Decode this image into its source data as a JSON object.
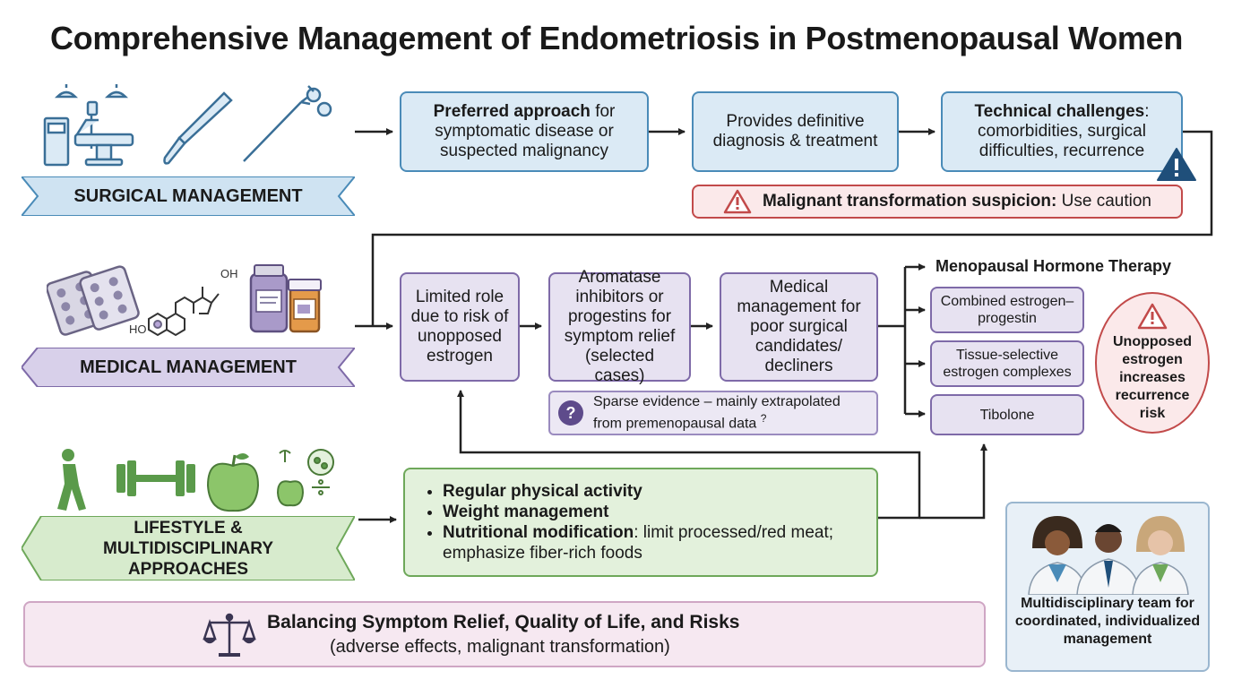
{
  "title": "Comprehensive Management of Endometriosis in Postmenopausal Women",
  "surgical": {
    "banner": "SURGICAL MANAGEMENT",
    "box1": {
      "bold": "Preferred approach",
      "rest": " for symptomatic disease or suspected malignancy"
    },
    "box2": "Provides definitive diagnosis & treatment",
    "box3": {
      "bold": "Technical challenges",
      "rest": ": comorbidities, surgical difficulties, recurrence"
    },
    "caution": {
      "bold": "Malignant transformation suspicion:",
      "rest": " Use caution"
    }
  },
  "medical": {
    "banner": "MEDICAL MANAGEMENT",
    "box1": "Limited role due to risk of unopposed estrogen",
    "box2": "Aromatase inhibitors or progestins for symptom relief (selected cases)",
    "box3": "Medical management for poor surgical candidates/ decliners",
    "evidence_note": "Sparse evidence – mainly extrapolated from premenopausal data",
    "evidence_q": "?",
    "molecule_oh_top": "OH",
    "molecule_ho": "HO"
  },
  "mht": {
    "title": "Menopausal Hormone Therapy",
    "items": [
      "Combined estrogen–progestin",
      "Tissue-selective estrogen complexes",
      "Tibolone"
    ],
    "warning": "Unopposed estrogen increases recurrence risk"
  },
  "lifestyle": {
    "banner": "LIFESTYLE & MULTIDISCIPLINARY APPROACHES",
    "items": [
      {
        "bold": "Regular physical activity",
        "rest": ""
      },
      {
        "bold": "Weight management",
        "rest": ""
      },
      {
        "bold": "Nutritional modification",
        "rest": ": limit processed/red meat; emphasize fiber-rich foods"
      }
    ]
  },
  "balance": {
    "title": "Balancing Symptom Relief, Quality of Life, and Risks",
    "subtitle": "(adverse effects, malignant transformation)"
  },
  "team": {
    "caption": "Multidisciplinary team for coordinated, individualized management"
  },
  "colors": {
    "surgical": "#4a8bb8",
    "medical": "#7e6aa8",
    "lifestyle": "#6ea85a",
    "warning": "#c24a4a"
  }
}
